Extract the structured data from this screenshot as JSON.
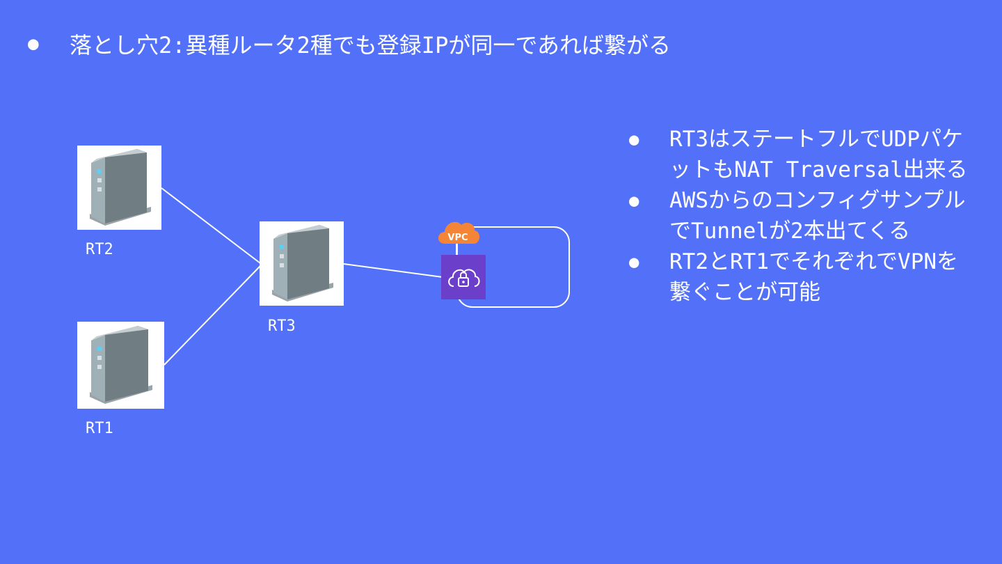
{
  "title": {
    "bullet": "●",
    "text": "落とし穴2:異種ルータ2種でも登録IPが同一であれば繋がる"
  },
  "diagram": {
    "routers": [
      {
        "id": "rt2",
        "label": "RT2"
      },
      {
        "id": "rt3",
        "label": "RT3"
      },
      {
        "id": "rt1",
        "label": "RT1"
      }
    ],
    "vpc_badge": "VPC",
    "colors": {
      "background": "#5271f8",
      "vpc_badge": "#f58536",
      "vpn_gateway": "#6b3fc9",
      "lines": "#ffffff"
    }
  },
  "notes": {
    "bullet": "●",
    "items": [
      "RT3はステートフルでUDPパケットもNAT Traversal出来る",
      "AWSからのコンフィグサンプルでTunnelが2本出てくる",
      "RT2とRT1でそれぞれでVPNを繋ぐことが可能"
    ]
  }
}
